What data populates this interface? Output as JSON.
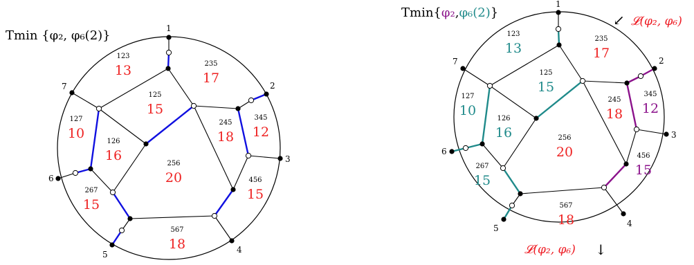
{
  "colors": {
    "red": "#ee2222",
    "teal": "#1f8a8a",
    "blue": "#1010e0",
    "purple": "#8b128b",
    "black": "#000000"
  },
  "left": {
    "title": "Tmin {φ₂, φ₆(2)}",
    "vertices": [
      "1",
      "2",
      "3",
      "4",
      "5",
      "6",
      "7"
    ],
    "faces": [
      {
        "triple": "123",
        "value": "13"
      },
      {
        "triple": "235",
        "value": "17"
      },
      {
        "triple": "125",
        "value": "15"
      },
      {
        "triple": "127",
        "value": "10"
      },
      {
        "triple": "126",
        "value": "16"
      },
      {
        "triple": "245",
        "value": "18"
      },
      {
        "triple": "345",
        "value": "12"
      },
      {
        "triple": "256",
        "value": "20"
      },
      {
        "triple": "456",
        "value": "15"
      },
      {
        "triple": "267",
        "value": "15"
      },
      {
        "triple": "567",
        "value": "18"
      }
    ]
  },
  "right": {
    "title_prefix": "Tmin{",
    "title_phi2": "φ₂",
    "title_sep": ",",
    "title_phi6": "φ₆(2)",
    "title_suffix": "}",
    "vertices": [
      "1",
      "2",
      "3",
      "4",
      "5",
      "6",
      "7"
    ],
    "faces": [
      {
        "triple": "123",
        "value": "13"
      },
      {
        "triple": "235",
        "value": "17"
      },
      {
        "triple": "125",
        "value": "15"
      },
      {
        "triple": "127",
        "value": "10"
      },
      {
        "triple": "245",
        "value": "18"
      },
      {
        "triple": "345",
        "value": "12"
      },
      {
        "triple": "126",
        "value": "16"
      },
      {
        "triple": "256",
        "value": "20"
      },
      {
        "triple": "456",
        "value": "15"
      },
      {
        "triple": "267",
        "value": "15"
      },
      {
        "triple": "567",
        "value": "18"
      }
    ],
    "arrow_top": "↙",
    "label_top": "𝓛(φ₂, φ₆)",
    "label_bottom": "𝓛(φ₂, φ₆)",
    "arrow_bottom": "↓"
  }
}
